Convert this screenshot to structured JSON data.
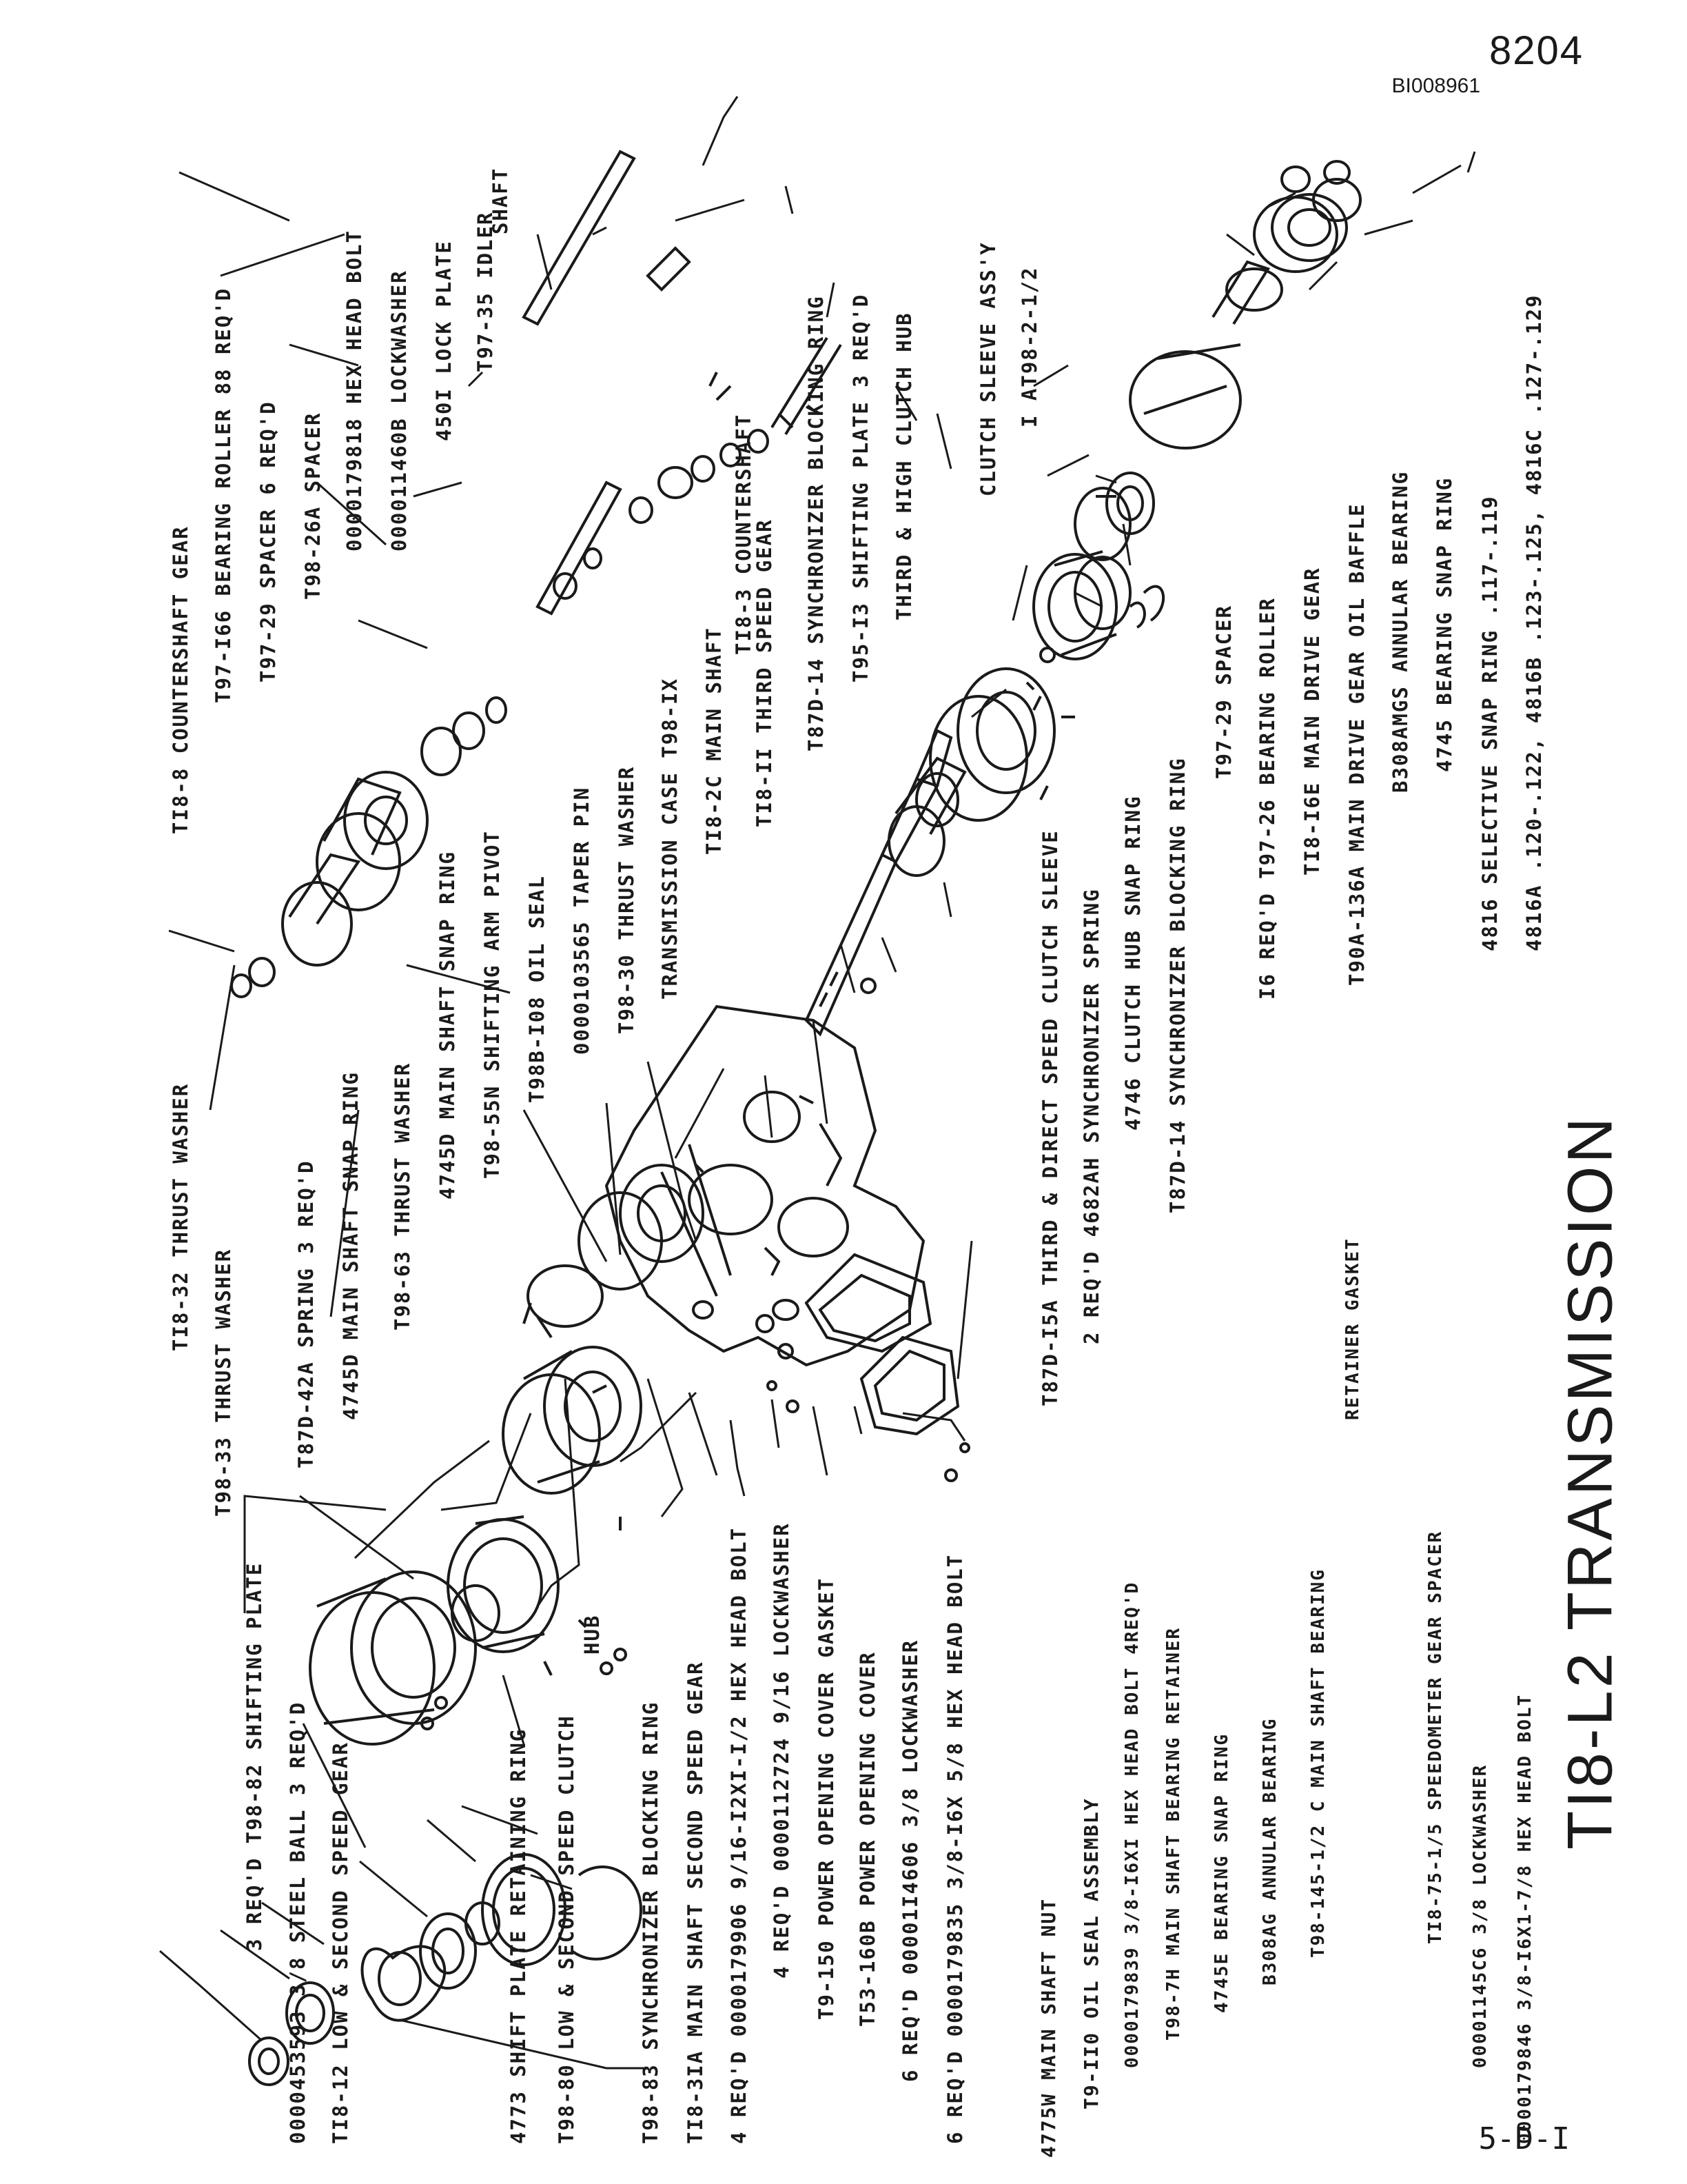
{
  "header": {
    "page_number": "8204",
    "doc_id": "BI008961",
    "page_ref": "5-D-I"
  },
  "title": "TI8-L2 TRANSMISSION",
  "callouts": [
    {
      "id": "c1",
      "text": "4775W MAIN SHAFT NUT"
    },
    {
      "id": "c2",
      "text": "T9-II0 OIL SEAL ASSEMBLY"
    },
    {
      "id": "c3",
      "text": "0000179839 3/8-I6XI HEX HEAD BOLT 4REQ'D"
    },
    {
      "id": "c4",
      "text": "T98-7H MAIN SHAFT BEARING RETAINER"
    },
    {
      "id": "c5",
      "text": "4745E BEARING SNAP RING"
    },
    {
      "id": "c6",
      "text": "B308AG ANNULAR BEARING"
    },
    {
      "id": "c7",
      "text": "T98-145-1/2 C MAIN SHAFT BEARING"
    },
    {
      "id": "c7b",
      "text": "RETAINER GASKET"
    },
    {
      "id": "c8",
      "text": "TI8-75-1/5 SPEEDOMETER GEAR SPACER"
    },
    {
      "id": "c9",
      "text": "00001145C6 3/8 LOCKWASHER"
    },
    {
      "id": "c10",
      "text": "0000179846 3/8-I6X1-7/8 HEX HEAD BOLT"
    },
    {
      "id": "c11",
      "text": "3 REQ'D T98-82 SHIFTING PLATE"
    },
    {
      "id": "c12",
      "text": "0000453593 3/8 STEEL BALL 3 REQ'D"
    },
    {
      "id": "c13",
      "text": "TI8-12 LOW & SECOND SPEED GEAR"
    },
    {
      "id": "c14",
      "text": "4773 SHIFT PLATE RETAINING RING"
    },
    {
      "id": "c15",
      "text": "T98-80 LOW & SECOND SPEED CLUTCH"
    },
    {
      "id": "c15b",
      "text": "HUB"
    },
    {
      "id": "c16",
      "text": "T98-83 SYNCHRONIZER BLOCKING RING"
    },
    {
      "id": "c17",
      "text": "TI8-3IA MAIN SHAFT SECOND SPEED GEAR"
    },
    {
      "id": "c18",
      "text": "4 REQ'D 0000179906 9/16-I2XI-I/2 HEX HEAD BOLT"
    },
    {
      "id": "c19",
      "text": "4 REQ'D 0000112724 9/16 LOCKWASHER"
    },
    {
      "id": "c20",
      "text": "T9-150 POWER OPENING COVER GASKET"
    },
    {
      "id": "c21",
      "text": "T53-160B POWER OPENING COVER"
    },
    {
      "id": "c22",
      "text": "6 REQ'D 00001I4606 3/8 LOCKWASHER"
    },
    {
      "id": "c23",
      "text": "6 REQ'D 0000179835 3/8-I6X 5/8 HEX HEAD BOLT"
    },
    {
      "id": "c24",
      "text": "TI8-32 THRUST WASHER"
    },
    {
      "id": "c25",
      "text": "T98-33 THRUST WASHER"
    },
    {
      "id": "c26",
      "text": "T87D-42A SPRING 3 REQ'D"
    },
    {
      "id": "c27",
      "text": "4745D MAIN SHAFT SNAP RING"
    },
    {
      "id": "c28",
      "text": "T98-63 THRUST WASHER"
    },
    {
      "id": "c29",
      "text": "4745D MAIN SHAFT SNAP RING"
    },
    {
      "id": "c30",
      "text": "T98-55N SHIFTING ARM PIVOT"
    },
    {
      "id": "c31",
      "text": "T98B-I08 OIL SEAL"
    },
    {
      "id": "c32",
      "text": "0000103565 TAPER PIN"
    },
    {
      "id": "c33",
      "text": "T98-30 THRUST WASHER"
    },
    {
      "id": "c34",
      "text": "TRANSMISSION CASE T98-IX"
    },
    {
      "id": "c35",
      "text": "TI8-2C MAIN SHAFT"
    },
    {
      "id": "c36",
      "text": "TI8-II THIRD SPEED GEAR"
    },
    {
      "id": "c37",
      "text": "TI8-3 COUNTERSHAFT"
    },
    {
      "id": "c38",
      "text": "T87D-14 SYNCHRONIZER BLOCKING RING"
    },
    {
      "id": "c39",
      "text": "T95-I3 SHIFTING PLATE 3 REQ'D"
    },
    {
      "id": "c40",
      "text": "THIRD & HIGH CLUTCH HUB"
    },
    {
      "id": "c41",
      "text": "CLUTCH SLEEVE ASS'Y"
    },
    {
      "id": "c41b",
      "text": "I AT98-2-1/2"
    },
    {
      "id": "c42",
      "text": "TI8-8 COUNTERSHAFT GEAR"
    },
    {
      "id": "c43",
      "text": "T97-I66 BEARING ROLLER 88 REQ'D"
    },
    {
      "id": "c44",
      "text": "T97-29 SPACER 6 REQ'D"
    },
    {
      "id": "c45",
      "text": "T98-26A SPACER"
    },
    {
      "id": "c46",
      "text": "0000179818 HEX HEAD BOLT"
    },
    {
      "id": "c47",
      "text": "000011460B LOCKWASHER"
    },
    {
      "id": "c48",
      "text": "450I LOCK PLATE"
    },
    {
      "id": "c49",
      "text": "T97-35 IDLER"
    },
    {
      "id": "c49b",
      "text": "SHAFT"
    },
    {
      "id": "c50",
      "text": "T87D-I5A THIRD & DIRECT SPEED CLUTCH SLEEVE"
    },
    {
      "id": "c51",
      "text": "2 REQ'D 4682AH SYNCHRONIZER SPRING"
    },
    {
      "id": "c52",
      "text": "4746 CLUTCH HUB SNAP RING"
    },
    {
      "id": "c53",
      "text": "T87D-14 SYNCHRONIZER BLOCKING RING"
    },
    {
      "id": "c54",
      "text": "T97-29 SPACER"
    },
    {
      "id": "c55",
      "text": "I6 REQ'D T97-26 BEARING ROLLER"
    },
    {
      "id": "c56",
      "text": "TI8-I6E MAIN DRIVE GEAR"
    },
    {
      "id": "c57",
      "text": "T90A-136A MAIN DRIVE GEAR OIL BAFFLE"
    },
    {
      "id": "c58",
      "text": "B308AMGS ANNULAR BEARING"
    },
    {
      "id": "c59",
      "text": "4745 BEARING SNAP RING"
    },
    {
      "id": "c60",
      "text": "4816 SELECTIVE SNAP RING .117-.119"
    },
    {
      "id": "c61",
      "text": "4816A .120-.122, 4816B .123-.125, 4816C .127-.129"
    }
  ]
}
